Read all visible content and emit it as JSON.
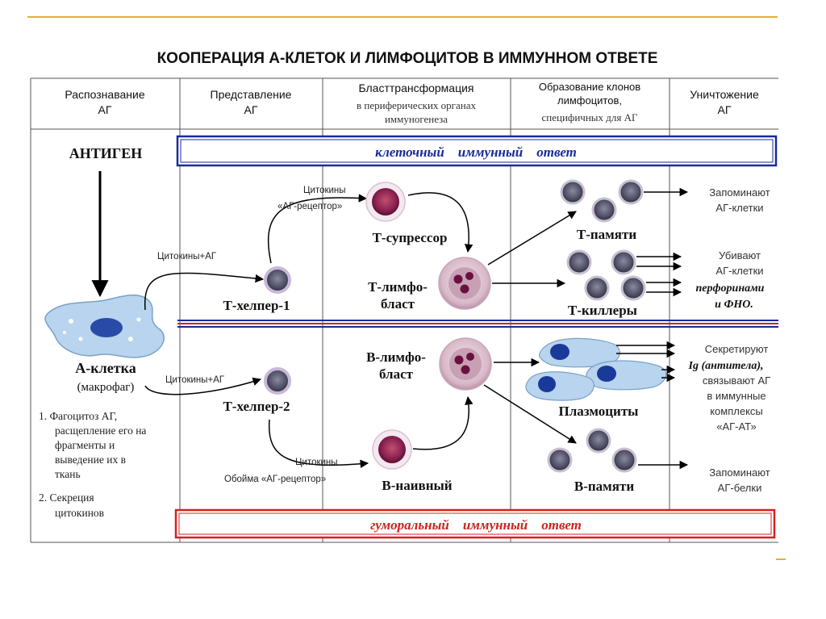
{
  "title": "КООПЕРАЦИЯ А-КЛЕТОК И ЛИМФОЦИТОВ В ИММУННОМ ОТВЕТЕ",
  "columns": {
    "c1": [
      "Распознавание",
      "АГ"
    ],
    "c2": [
      "Представление",
      "АГ"
    ],
    "c3_main": "Бласттрансформация",
    "c3_sub": [
      "в периферических органах",
      "иммуногенеза"
    ],
    "c4_main": [
      "Образование клонов",
      "лимфоцитов,"
    ],
    "c4_sub": "специфичных для АГ",
    "c5": [
      "Уничтожение",
      "АГ"
    ]
  },
  "bands": {
    "cellular": "клеточный    иммунный    ответ",
    "humoral": "гуморальный    иммунный    ответ"
  },
  "left": {
    "antigen": "АНТИГЕН",
    "a_cell": "А-клетка",
    "macrophage": "(макрофаг)",
    "notes": [
      "1. Фагоцитоз АГ,",
      "расщепление его на",
      "фрагменты и",
      "выведение их в",
      "ткань",
      "2. Секреция",
      "цитокинов"
    ]
  },
  "cells": {
    "t_suppressor": "Т-супрессор",
    "t_helper1": "Т-хелпер-1",
    "t_lympho": [
      "Т-лимфо-",
      "бласт"
    ],
    "t_memory": "Т-памяти",
    "t_killers": "Т-киллеры",
    "b_lympho": [
      "В-лимфо-",
      "бласт"
    ],
    "t_helper2": "Т-хелпер-2",
    "plasmocytes": "Плазмоциты",
    "b_naive": "В-наивный",
    "b_memory": "В-памяти"
  },
  "arrow_labels": {
    "cytokines_top": "Цитокины",
    "ag_receptor": "«АГ-рецептор»",
    "cytokines_ag1": "Цитокины+АГ",
    "cytokines_ag2": "Цитокины+АГ",
    "cytokines_bottom": "Цитокины",
    "cage_receptor": "Обойма «АГ-рецептор»"
  },
  "outcomes": {
    "remember_cells": [
      "Запоминают",
      "АГ-клетки"
    ],
    "kill": [
      "Убивают",
      "АГ-клетки"
    ],
    "kill_italic": [
      "перфоринами",
      "и ФНО."
    ],
    "secrete": [
      "Секретируют",
      "Ig (антитела),",
      "связывают АГ",
      "в иммунные",
      "комплексы",
      "«АГ-АТ»"
    ],
    "remember_proteins": [
      "Запоминают",
      "АГ-белки"
    ]
  },
  "colors": {
    "band_blue": "#1a2a9a",
    "band_red": "#d42020",
    "accent_gold": "#e0b040",
    "cell_purple": "#8a2050",
    "cell_gray": "#5a5a70",
    "plasma_blue": "#b8d4ee"
  }
}
